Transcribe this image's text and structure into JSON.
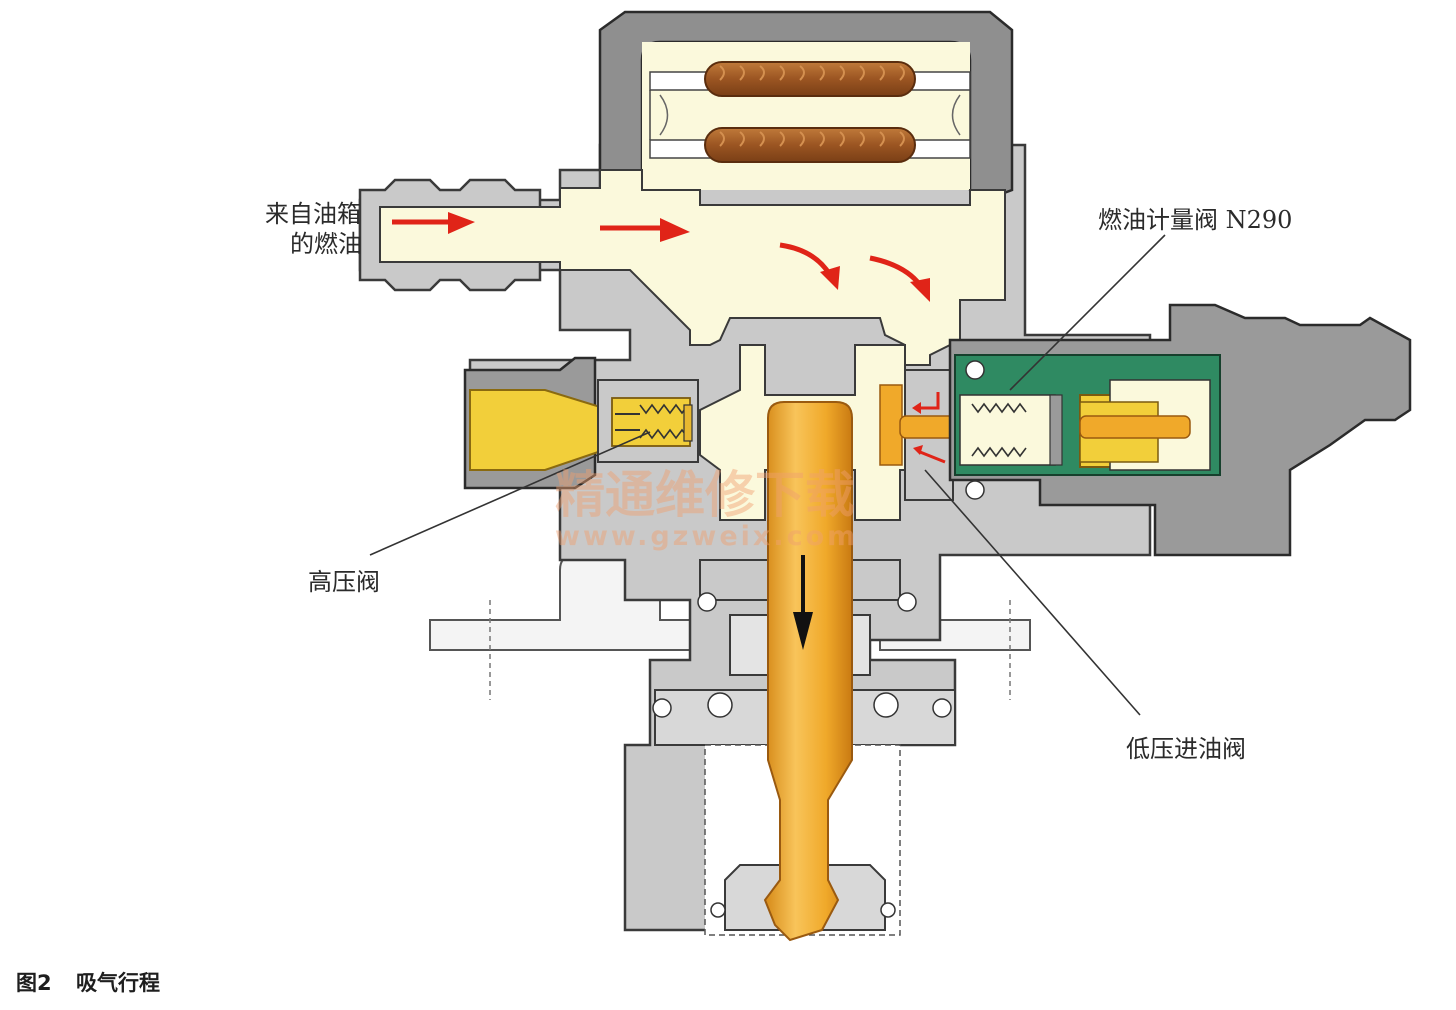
{
  "labels": {
    "fuel_from_tank_line1": "来自油箱",
    "fuel_from_tank_line2": "的燃油",
    "metering_valve": "燃油计量阀 N290",
    "high_pressure_valve": "高压阀",
    "low_pressure_inlet_valve": "低压进油阀"
  },
  "caption": {
    "figure_number": "图2",
    "title": "吸气行程"
  },
  "watermark": {
    "cn": "精通维修下载",
    "url": "www.gzweix.com"
  },
  "colors": {
    "housing": "#c9c9c9",
    "housing_stroke": "#3a3a3a",
    "fuel": "#fbf9dc",
    "piston": "#f0a92a",
    "valve_yellow": "#f2cf3a",
    "solenoid_green": "#2f8a62",
    "coil": "#a5622a",
    "flow_arrow": "#e02418"
  }
}
